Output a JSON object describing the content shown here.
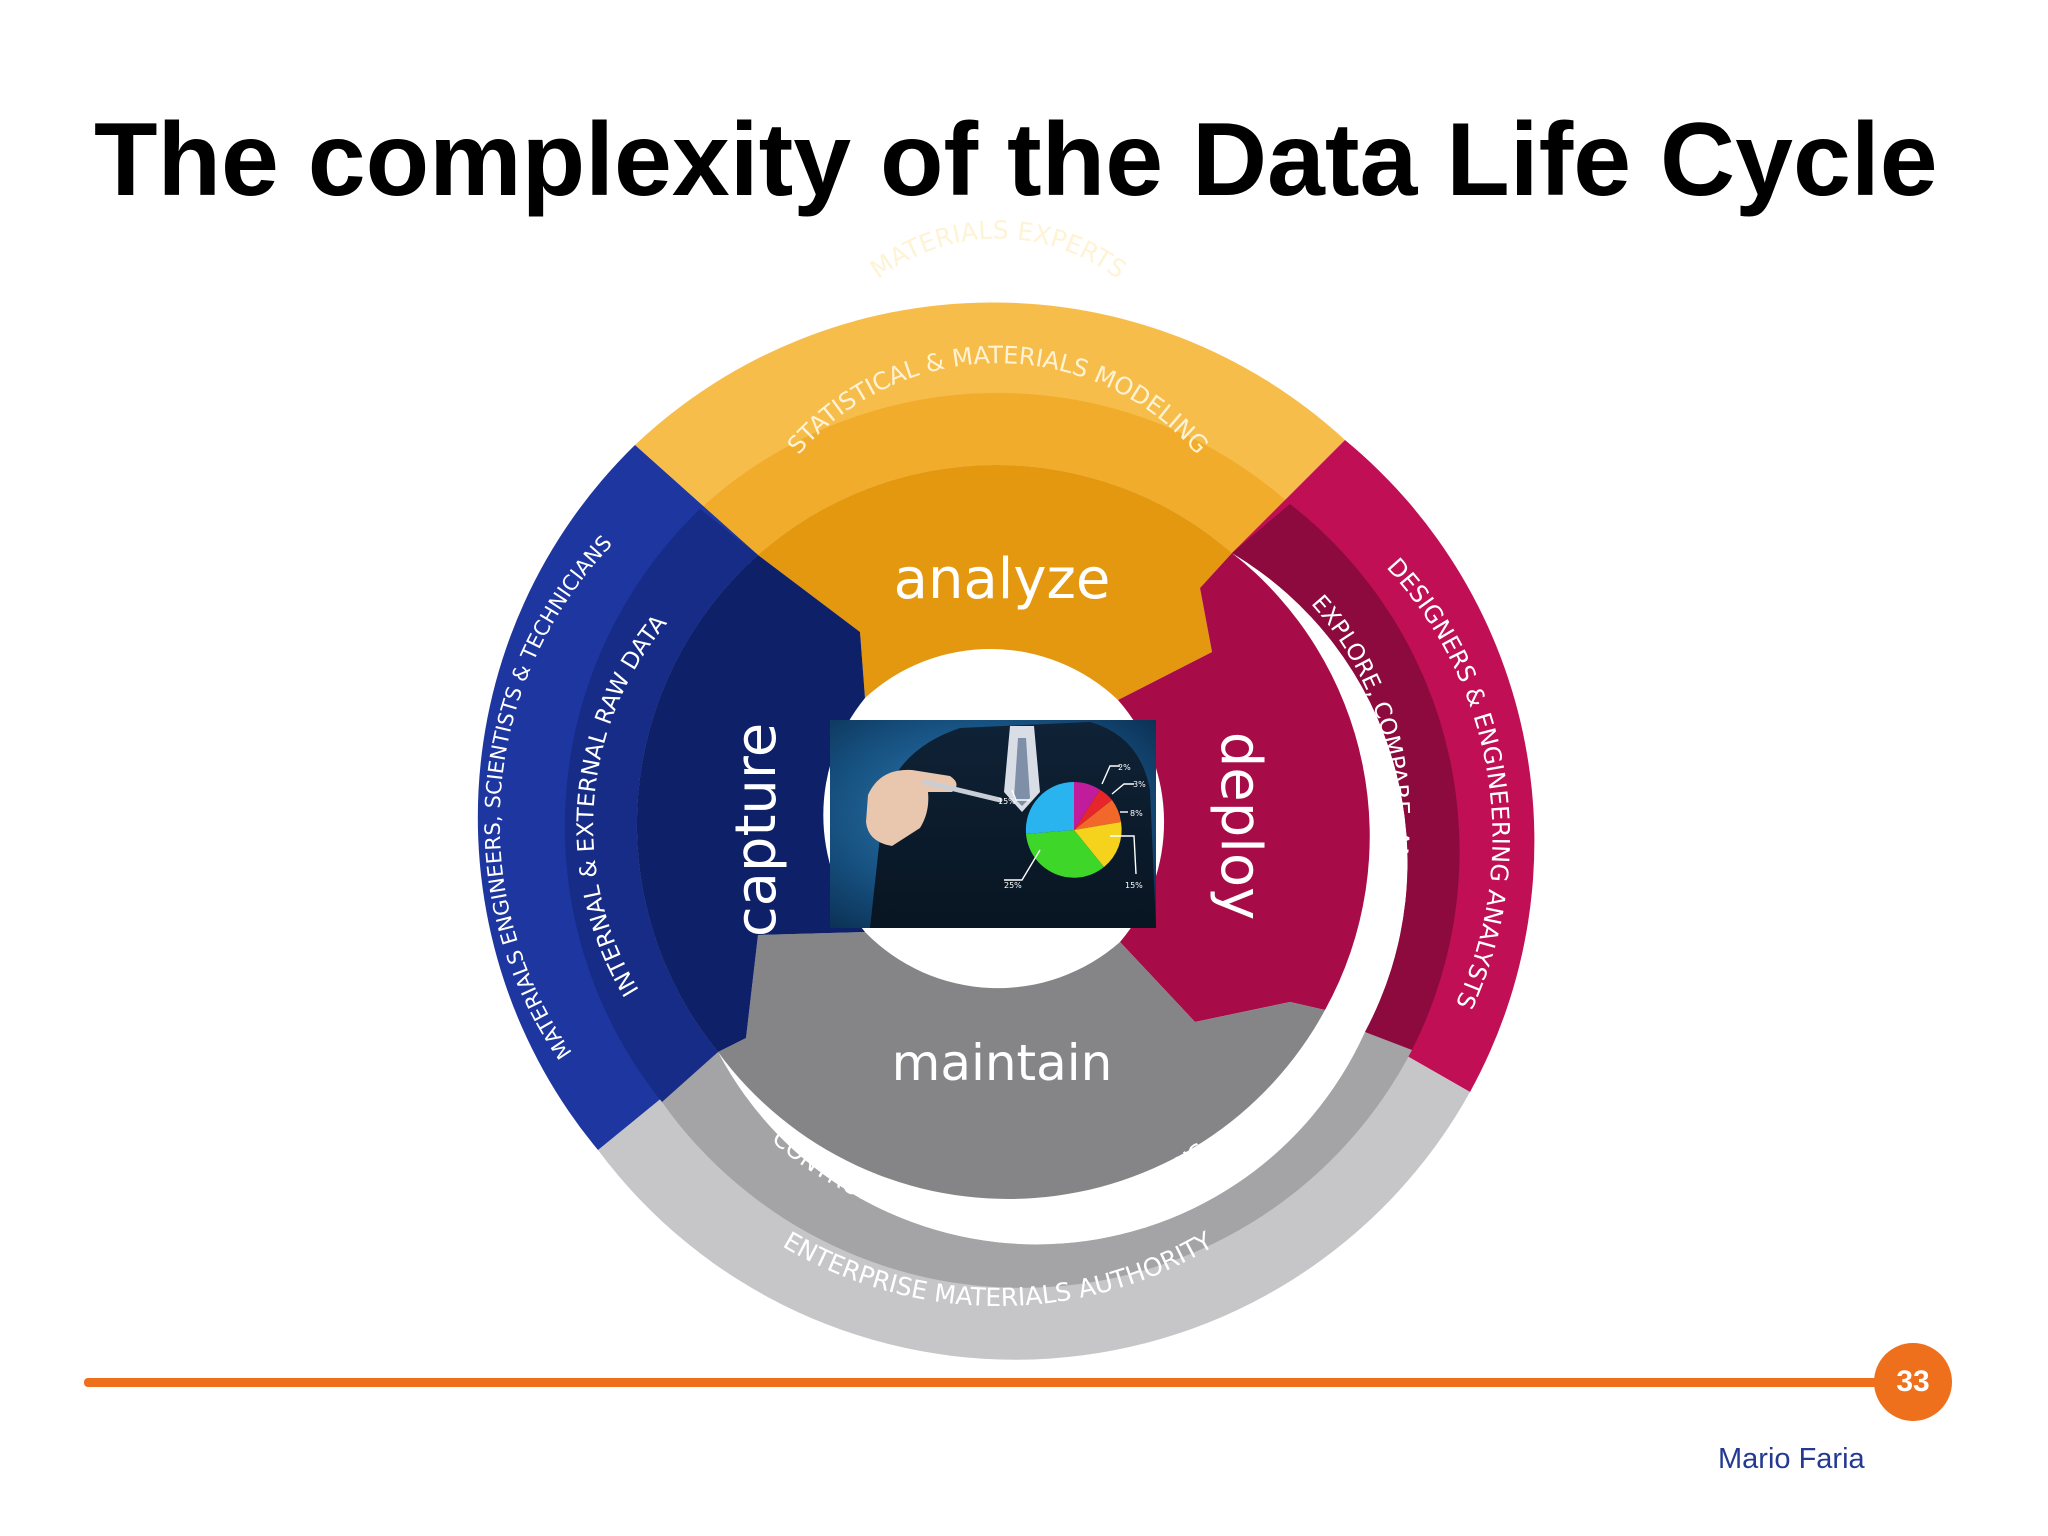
{
  "slide": {
    "title": "The complexity of the Data Life Cycle",
    "page_number": "33",
    "author": "Mario Faria"
  },
  "diagram": {
    "segments": [
      {
        "stage": "analyze",
        "role": "STATISTICAL & MATERIALS MODELING",
        "group": "MATERIALS EXPERTS",
        "colors": {
          "outer": "#f7bd4a",
          "middle": "#f2ac2c",
          "inner": "#e39810"
        }
      },
      {
        "stage": "deploy",
        "role": "EXPLORE, COMPARE, AND USE",
        "group": "DESIGNERS & ENGINEERING ANALYSTS",
        "colors": {
          "outer": "#c00f54",
          "middle": "#8c0a3d",
          "inner": "#a80c48"
        }
      },
      {
        "stage": "maintain",
        "role": "CONTROL ACCESS, QUALITY, VERSIONS...",
        "group": "ENTERPRISE MATERIALS AUTHORITY",
        "colors": {
          "outer": "#c6c6c8",
          "middle": "#a4a4a6",
          "inner": "#858587"
        }
      },
      {
        "stage": "capture",
        "role": "INTERNAL & EXTERNAL RAW DATA",
        "group": "MATERIALS ENGINEERS, SCIENTISTS & TECHNICIANS",
        "colors": {
          "outer": "#1d36a0",
          "middle": "#162c86",
          "inner": "#0e2068"
        }
      }
    ],
    "center_image": {
      "icon": "businessman-pie-chart-photo",
      "labels": [
        "2%",
        "3%",
        "8%",
        "25%",
        "15%",
        "15%"
      ]
    }
  }
}
